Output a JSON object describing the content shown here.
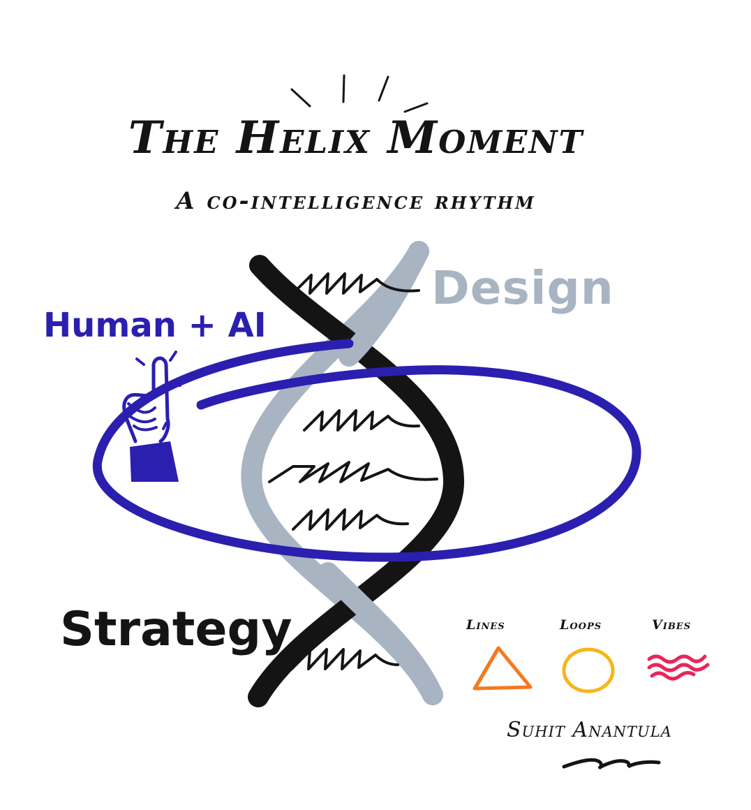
{
  "title": "The Helix Moment",
  "subtitle": "A co-intelligence rhythm",
  "labels": {
    "design": "Design",
    "human_ai": "Human + AI",
    "strategy": "Strategy"
  },
  "legend": [
    {
      "label": "Lines",
      "icon": "triangle-icon",
      "color": "#f47a1f"
    },
    {
      "label": "Loops",
      "icon": "circle-icon",
      "color": "#f7b51b"
    },
    {
      "label": "Vibes",
      "icon": "wave-icon",
      "color": "#e8265a"
    }
  ],
  "signature": "Suhit Anantula",
  "colors": {
    "ink": "#141414",
    "helix_black": "#141414",
    "helix_grey": "#a9b4c2",
    "loop_blue": "#2b1fb0"
  }
}
